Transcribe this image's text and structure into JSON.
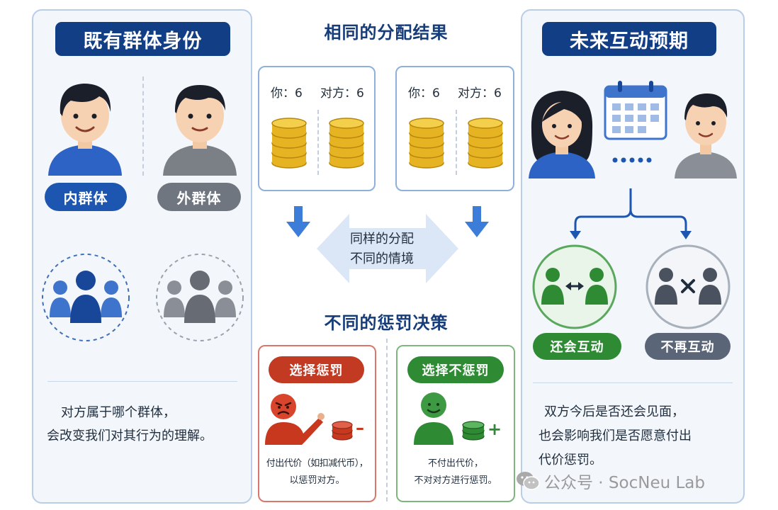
{
  "left": {
    "title": "既有群体身份",
    "ingroup_label": "内群体",
    "outgroup_label": "外群体",
    "description_line1": "对方属于哪个群体，",
    "description_line2": "会改变我们对其行为的理解。"
  },
  "center": {
    "allocation_title": "相同的分配结果",
    "allocation_cards": [
      {
        "you_label": "你：6",
        "other_label": "对方：6"
      },
      {
        "you_label": "你：6",
        "other_label": "对方：6"
      }
    ],
    "context_line1": "同样的分配",
    "context_line2": "不同的情境",
    "punishment_title": "不同的惩罚决策",
    "punish": {
      "label": "选择惩罚",
      "line1": "付出代价（如扣减代币），",
      "line2": "以惩罚对方。",
      "coin_sign": "–"
    },
    "no_punish": {
      "label": "选择不惩罚",
      "line1": "不付出代价，",
      "line2": "不对对方进行惩罚。",
      "coin_sign": "+"
    }
  },
  "right": {
    "title": "未来互动预期",
    "will_interact_label": "还会互动",
    "no_interact_label": "不再互动",
    "description_line1": "双方今后是否还会见面，",
    "description_line2": "也会影响我们是否愿意付出",
    "description_line3": "代价惩罚。"
  },
  "watermark": {
    "text": "公众号 · SocNeu Lab",
    "icon": "wechat-icon"
  },
  "colors": {
    "navy": "#123e86",
    "ingroup_blue": "#1d56b0",
    "outgroup_gray": "#6f7680",
    "punish_red": "#c23a22",
    "no_punish_green": "#2f8a34",
    "coin_gold": "#e6b422"
  }
}
